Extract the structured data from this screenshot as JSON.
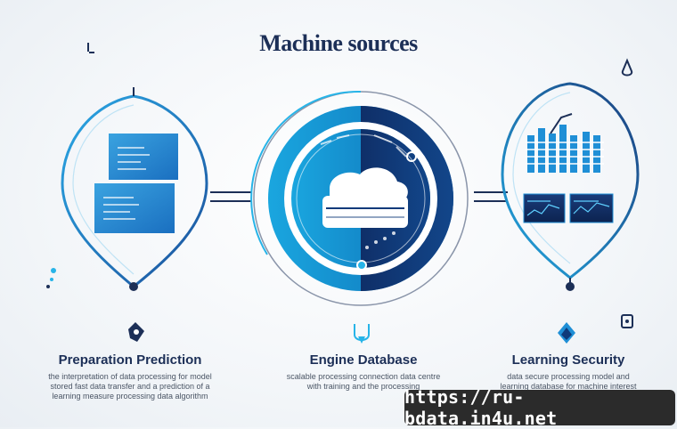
{
  "header": {
    "title": "Machine sources"
  },
  "columns": [
    {
      "label": "Preparation Prediction",
      "desc_lines": [
        "the interpretation of data processing for model",
        "stored fast data transfer and a prediction of a",
        "learning measure processing data algorithm"
      ]
    },
    {
      "label": "Engine Database",
      "desc_lines": [
        "scalable processing connection data centre",
        "with training and the processing"
      ]
    },
    {
      "label": "Learning Security",
      "desc_lines": [
        "data secure processing model and",
        "learning database for machine interest"
      ]
    }
  ],
  "watermark": {
    "text": "https://ru-bdata.in4u.net"
  },
  "colors": {
    "navy": "#1c2f57",
    "blue": "#1f8fd6",
    "cyan": "#27b4e8",
    "deep": "#0f3a7a"
  }
}
